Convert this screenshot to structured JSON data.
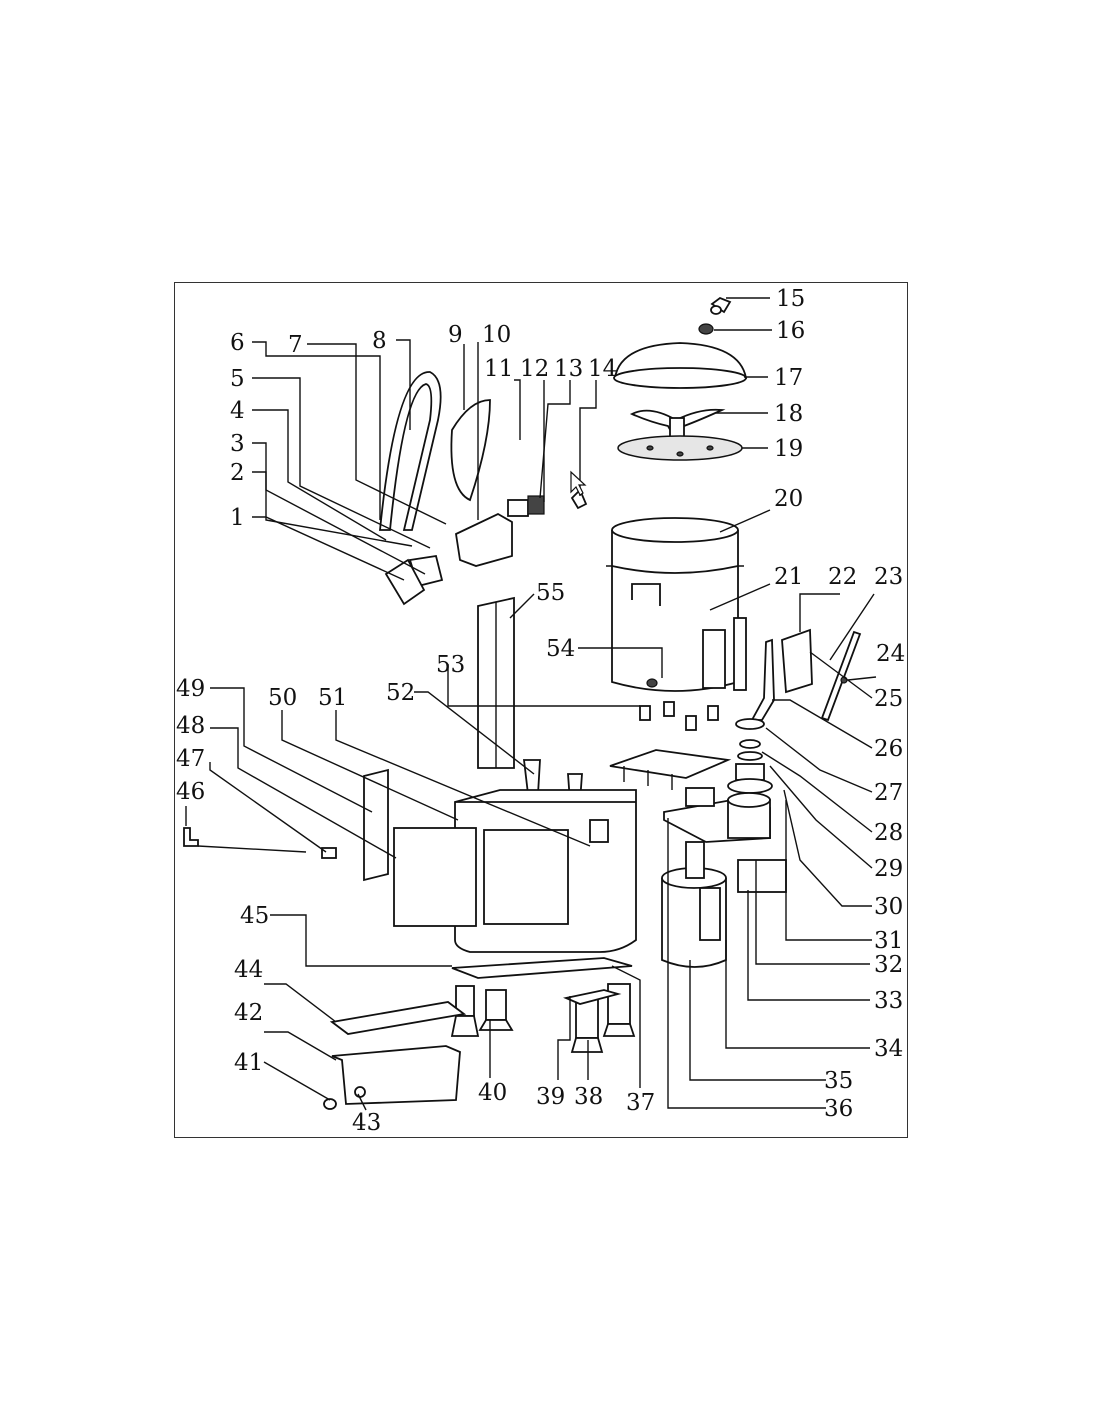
{
  "diagram": {
    "labels": [
      "1",
      "2",
      "3",
      "4",
      "5",
      "6",
      "7",
      "8",
      "9",
      "10",
      "11",
      "12",
      "13",
      "14",
      "15",
      "16",
      "17",
      "18",
      "19",
      "20",
      "21",
      "22",
      "23",
      "24",
      "25",
      "26",
      "27",
      "28",
      "29",
      "30",
      "31",
      "32",
      "33",
      "34",
      "35",
      "36",
      "37",
      "38",
      "39",
      "40",
      "41",
      "42",
      "43",
      "44",
      "45",
      "46",
      "47",
      "48",
      "49",
      "50",
      "51",
      "52",
      "53",
      "54",
      "55"
    ],
    "colors": {
      "line": "#111111",
      "fill": "#ffffff",
      "shade": "#e6e6e6"
    }
  }
}
